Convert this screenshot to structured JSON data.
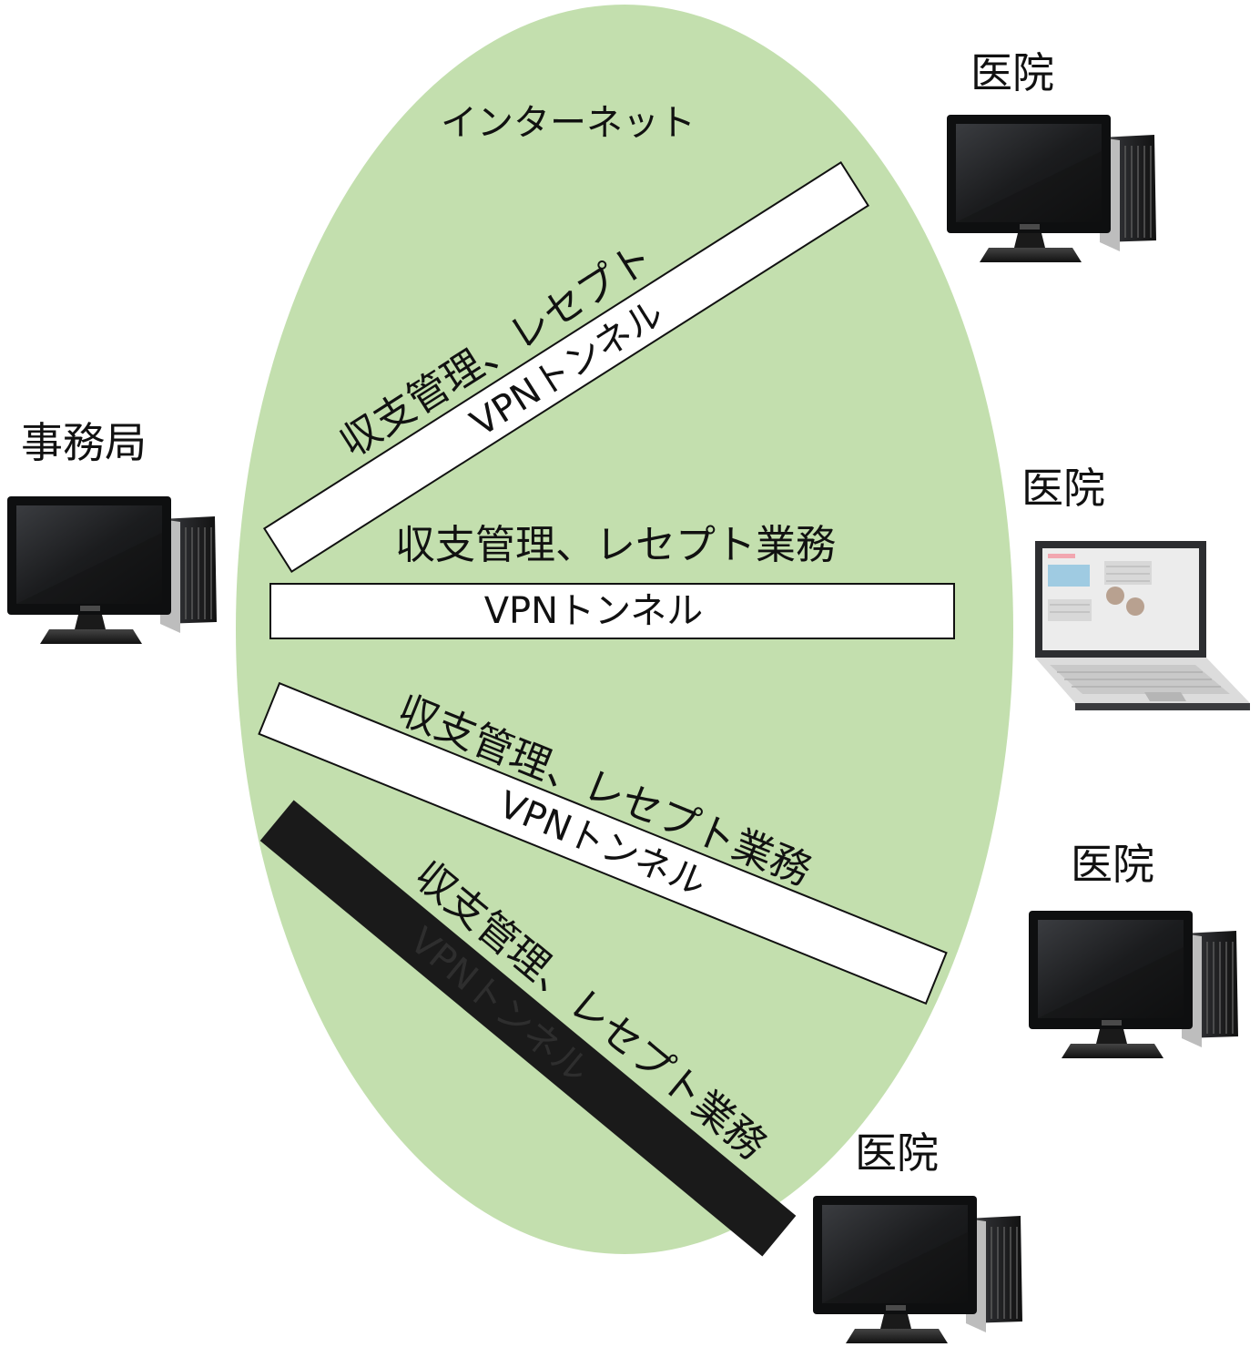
{
  "internet_label": "インターネット",
  "office": {
    "label": "事務局",
    "device": "desktop-computer-icon"
  },
  "clinics": [
    {
      "label": "医院",
      "device": "desktop-computer-icon"
    },
    {
      "label": "医院",
      "device": "laptop-computer-icon"
    },
    {
      "label": "医院",
      "device": "desktop-computer-icon"
    },
    {
      "label": "医院",
      "device": "desktop-computer-icon"
    }
  ],
  "tunnels": [
    {
      "service": "収支管理、レセプト",
      "tunnel": "VPNトンネル"
    },
    {
      "service": "収支管理、レセプト業務",
      "tunnel": "VPNトンネル"
    },
    {
      "service": "収支管理、レセプト業務",
      "tunnel": "VPNトンネル"
    },
    {
      "service": "収支管理、レセプト業務",
      "tunnel": "VPNトンネル"
    }
  ],
  "colors": {
    "internet_fill": "#c3dfae",
    "tunnel_fill": "#ffffff",
    "active_tunnel_fill": "#1a1a1a",
    "outline": "#111111",
    "monitor_screen": "#1c1d1f",
    "tower": "#2a2b2e"
  }
}
